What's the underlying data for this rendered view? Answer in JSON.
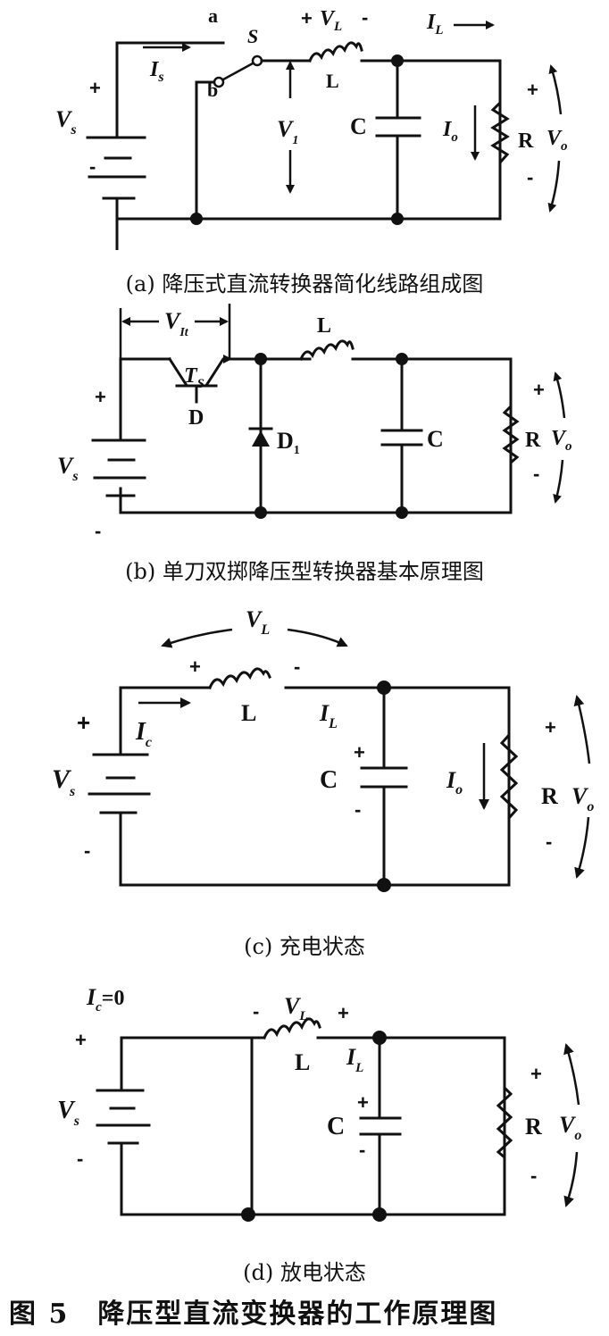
{
  "figure": {
    "title": "图 5　降压型直流变换器的工作原理图"
  },
  "panels": [
    {
      "id": "a",
      "caption": "(a) 降压式直流转换器简化线路组成图",
      "labels": {
        "switch_pos_a": "a",
        "switch_pos_b": "b",
        "switch": "S",
        "source_current": "I",
        "source_current_sub": "s",
        "source_voltage": "V",
        "source_voltage_sub": "s",
        "plus": "+",
        "minus": "-",
        "inductor_voltage": "V",
        "inductor_voltage_sub": "L",
        "inductor": "L",
        "inductor_current": "I",
        "inductor_current_sub": "L",
        "node_voltage": "V",
        "node_voltage_sub": "1",
        "capacitor": "C",
        "output_current": "I",
        "output_current_sub": "o",
        "resistor": "R",
        "output_voltage": "V",
        "output_voltage_sub": "o"
      }
    },
    {
      "id": "b",
      "caption": "(b) 单刀双掷降压型转换器基本原理图",
      "labels": {
        "switch_voltage": "V",
        "switch_voltage_sub": "It",
        "transistor": "T",
        "transistor_sub": "S",
        "drive": "D",
        "source_voltage": "V",
        "source_voltage_sub": "s",
        "plus": "+",
        "minus": "-",
        "diode": "D",
        "diode_sub": "1",
        "inductor": "L",
        "capacitor": "C",
        "resistor": "R",
        "output_voltage": "V",
        "output_voltage_sub": "o"
      }
    },
    {
      "id": "c",
      "caption": "(c) 充电状态",
      "labels": {
        "inductor_voltage": "V",
        "inductor_voltage_sub": "L",
        "plus": "+",
        "minus": "-",
        "inductor": "L",
        "charge_current": "I",
        "charge_current_sub": "c",
        "inductor_current": "I",
        "inductor_current_sub": "L",
        "source_voltage": "V",
        "source_voltage_sub": "s",
        "capacitor": "C",
        "output_current": "I",
        "output_current_sub": "o",
        "resistor": "R",
        "output_voltage": "V",
        "output_voltage_sub": "o"
      }
    },
    {
      "id": "d",
      "caption": "(d) 放电状态",
      "labels": {
        "charge_current": "I",
        "charge_current_sub": "c",
        "charge_current_value": "=0",
        "inductor_voltage": "V",
        "inductor_voltage_sub": "L",
        "plus": "+",
        "minus": "-",
        "inductor": "L",
        "inductor_current": "I",
        "inductor_current_sub": "L",
        "source_voltage": "V",
        "source_voltage_sub": "s",
        "capacitor": "C",
        "resistor": "R",
        "output_voltage": "V",
        "output_voltage_sub": "o"
      }
    }
  ]
}
